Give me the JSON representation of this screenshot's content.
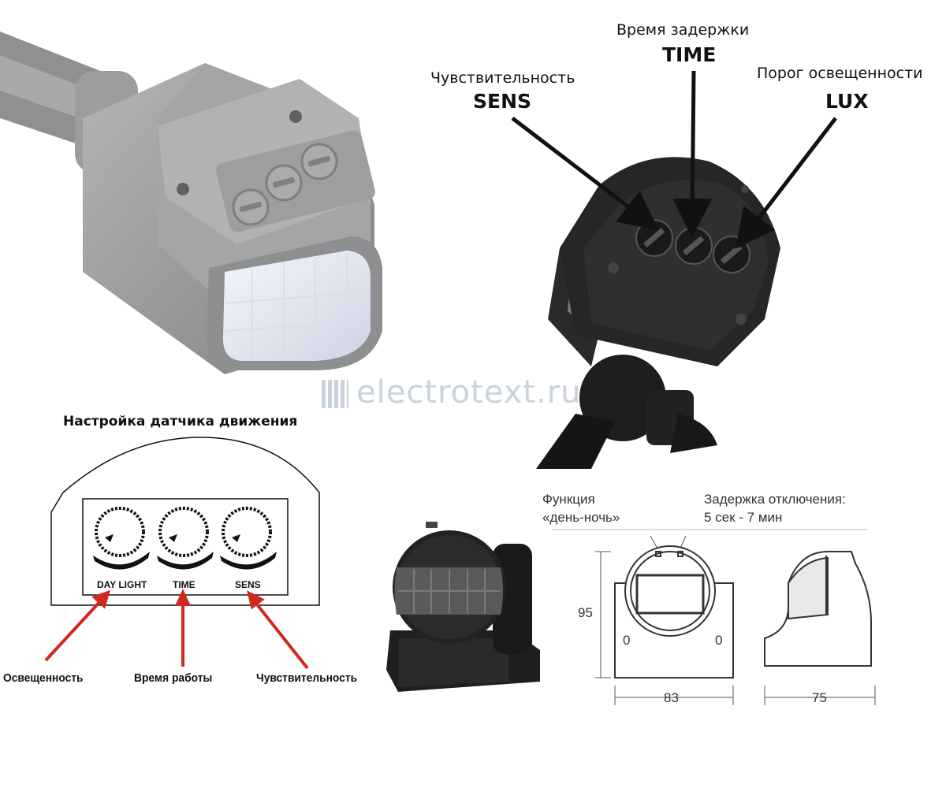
{
  "top_right_labels": {
    "sens_ru": "Чувствительность",
    "sens_en": "SENS",
    "time_ru": "Время задержки",
    "time_en": "TIME",
    "lux_ru": "Порог освещенности",
    "lux_en": "LUX"
  },
  "watermark": "electrotext.ru",
  "bottom_left": {
    "title": "Настройка датчика движения",
    "knob_labels": [
      "DAY LIGHT",
      "TIME",
      "SENS"
    ],
    "callouts": [
      "Освещенность",
      "Время работы",
      "Чувствительность"
    ],
    "arrow_color": "#d0281c"
  },
  "bottom_right": {
    "function_label_line1": "Функция",
    "function_label_line2": "«день-ночь»",
    "delay_label_line1": "Задержка отключения:",
    "delay_label_line2": "5 сек - 7 мин",
    "dim_height": "95",
    "dim_width_front": "83",
    "dim_width_side": "75",
    "zero_left": "0",
    "zero_right": "0"
  },
  "colors": {
    "gray_housing": "#9a9c9d",
    "black_housing": "#1f1f1f",
    "lens": "#e6e9f2"
  }
}
